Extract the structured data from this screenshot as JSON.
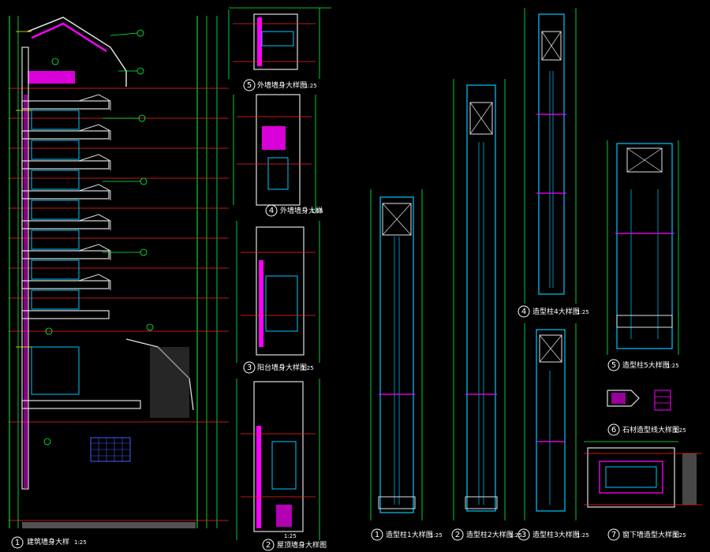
{
  "colors": {
    "background": "#000000",
    "axis_line": "#ff2020",
    "dim_line": "#00ff40",
    "outline": "#e0e0e0",
    "detail": "#00c8ff",
    "hatch": "#ff00ff",
    "accent": "#ffff00",
    "text": "#ffffff"
  },
  "details": [
    {
      "num": "1",
      "title": "建筑墙身大样",
      "scale": "1:25"
    },
    {
      "num": "2",
      "title": "屋顶墙身大样图",
      "scale": "1:25"
    },
    {
      "num": "3",
      "title": "阳台墙身大样图",
      "scale": "1:25"
    },
    {
      "num": "4",
      "title": "外墙墙身大样",
      "scale": "1:25"
    },
    {
      "num": "5",
      "title": "外墙墙身大样图",
      "scale": "1:25"
    }
  ],
  "columns": [
    {
      "num": "1",
      "title": "造型柱1大样图",
      "scale": "1:25"
    },
    {
      "num": "2",
      "title": "造型柱2大样图",
      "scale": "1:25"
    },
    {
      "num": "3",
      "title": "造型柱3大样图",
      "scale": "1:25"
    },
    {
      "num": "4",
      "title": "造型柱4大样图",
      "scale": "1:25"
    },
    {
      "num": "5",
      "title": "造型柱5大样图",
      "scale": "1:25"
    },
    {
      "num": "6",
      "title": "石材造型线大样图",
      "scale": "1:25"
    },
    {
      "num": "7",
      "title": "窗下墙造型大样图",
      "scale": "1:25"
    }
  ]
}
